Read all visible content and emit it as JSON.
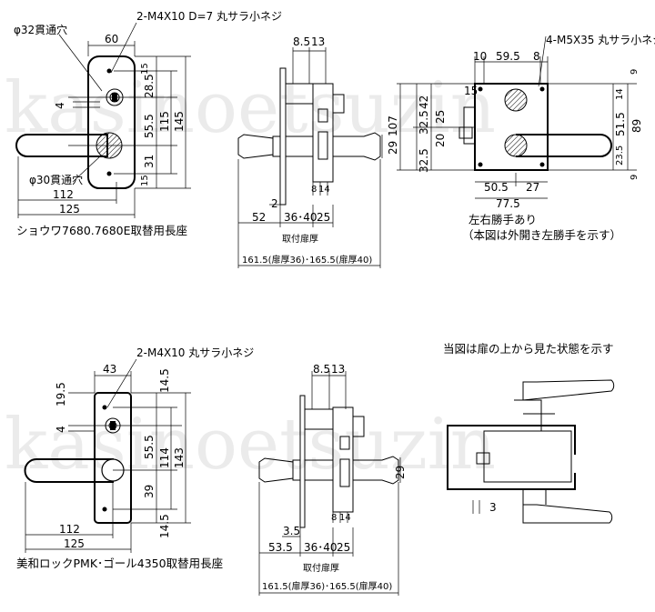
{
  "watermark": "kasinoetsuzin",
  "top_left": {
    "callout_hole_32": "φ32貫通穴",
    "callout_screw": "2-M4X10 D=7 丸サラ小ネジ",
    "dim_60": "60",
    "dim_15a": "15",
    "dim_28_5": "28.5",
    "dim_55_5": "55.5",
    "dim_115": "115",
    "dim_145": "145",
    "dim_31": "31",
    "dim_15b": "15",
    "dim_4": "4",
    "callout_hole_30": "φ30貫通穴",
    "dim_112": "112",
    "dim_125": "125",
    "caption": "ショウワ7680.7680E取替用長座"
  },
  "top_middle": {
    "dim_8_5": "8.5",
    "dim_13": "13",
    "dim_29": "29",
    "dim_8": "8",
    "dim_14": "14",
    "dim_2": "2",
    "dim_52": "52",
    "dim_36_40": "36･40",
    "dim_25": "25",
    "label_thickness": "取付扉厚",
    "label_total": "161.5(扉厚36)･165.5(扉厚40)"
  },
  "top_right": {
    "callout_screw": "4-M5X35 丸サラ小ネジ",
    "dim_10": "10",
    "dim_59_5": "59.5",
    "dim_8": "8",
    "dim_15": "15",
    "dim_42": "42",
    "dim_107": "107",
    "dim_32_5a": "32.5",
    "dim_25": "25",
    "dim_20": "20",
    "dim_32_5b": "32.5",
    "dim_14": "14",
    "dim_51_5": "51.5",
    "dim_89": "89",
    "dim_23_5": "23.5",
    "dim_9a": "9",
    "dim_9b": "9",
    "dim_50_5": "50.5",
    "dim_27": "27",
    "dim_77_5": "77.5",
    "note_line1": "左右勝手あり",
    "note_line2": "（本図は外開き左勝手を示す）"
  },
  "bottom_left": {
    "callout_screw": "2-M4X10 丸サラ小ネジ",
    "dim_43": "43",
    "dim_19_5": "19.5",
    "dim_14_5a": "14.5",
    "dim_4": "4",
    "dim_55_5": "55.5",
    "dim_114": "114",
    "dim_143": "143",
    "dim_39": "39",
    "dim_14_5b": "14.5",
    "dim_112": "112",
    "dim_125": "125",
    "caption": "美和ロックPMK･ゴール4350取替用長座"
  },
  "bottom_middle": {
    "dim_8_5": "8.5",
    "dim_13": "13",
    "dim_29": "29",
    "dim_8": "8",
    "dim_14": "14",
    "dim_3_5": "3.5",
    "dim_53_5": "53.5",
    "dim_36_40": "36･40",
    "dim_25": "25",
    "label_thickness": "取付扉厚",
    "label_total": "161.5(扉厚36)･165.5(扉厚40)"
  },
  "bottom_right": {
    "note": "当図は扉の上から見た状態を示す",
    "dim_3": "3"
  }
}
